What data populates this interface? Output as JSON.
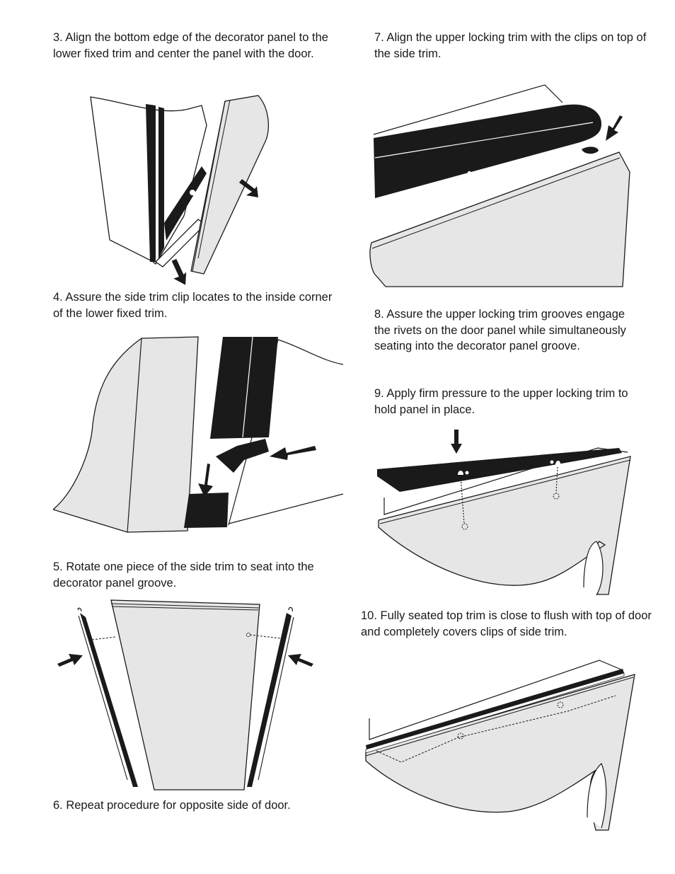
{
  "steps": [
    {
      "number": "3",
      "text": "3. Align the bottom edge of the decorator panel to the lower fixed trim and center the panel with the door."
    },
    {
      "number": "4",
      "text": "4. Assure the side trim clip locates to the inside corner of the lower fixed trim."
    },
    {
      "number": "5",
      "text": "5. Rotate one piece of the side trim to seat into the decorator panel groove."
    },
    {
      "number": "6",
      "text": "6. Repeat procedure for opposite side of door."
    },
    {
      "number": "7",
      "text": "7. Align the upper locking trim with the clips on top of the side trim."
    },
    {
      "number": "8",
      "text": "8. Assure the upper locking trim grooves engage the rivets on the door panel while simultaneously seating into the decorator panel groove."
    },
    {
      "number": "9",
      "text": "9. Apply firm pressure to the upper locking trim to hold panel in place."
    },
    {
      "number": "10",
      "text": "10. Fully seated top trim is close to flush with top of door and completely covers clips of side trim."
    }
  ],
  "colors": {
    "panel": "#e6e6e6",
    "trim": "#1a1a1a",
    "outline": "#1a1a1a",
    "background": "#ffffff"
  }
}
